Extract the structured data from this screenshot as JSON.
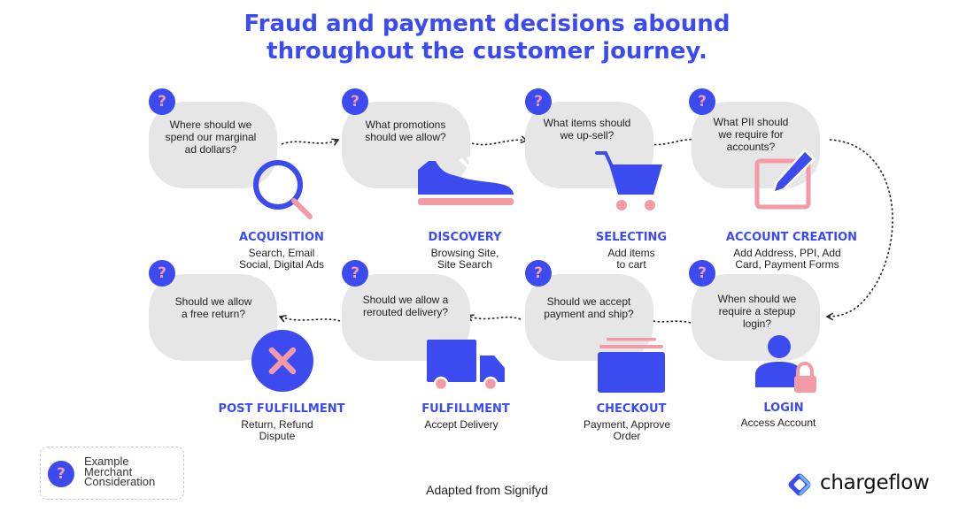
{
  "title": {
    "line1": "Fraud and payment decisions abound",
    "line2": "throughout the customer journey."
  },
  "question_mark": "?",
  "steps": [
    {
      "title": "ACQUISITION",
      "desc": [
        "Search, Email",
        "Social, Digital Ads"
      ],
      "question": [
        "Where should we",
        "spend our marginal",
        "ad dollars?"
      ],
      "icon": "magnifier-icon"
    },
    {
      "title": "DISCOVERY",
      "desc": [
        "Browsing Site,",
        "Site Search"
      ],
      "question": [
        "What promotions",
        "should we allow?"
      ],
      "icon": "sneaker-icon"
    },
    {
      "title": "SELECTING",
      "desc": [
        "Add items",
        "to cart"
      ],
      "question": [
        "What items should",
        "we up-sell?"
      ],
      "icon": "shopping-cart-icon"
    },
    {
      "title": "ACCOUNT CREATION",
      "desc": [
        "Add Address, PPI, Add",
        "Card, Payment Forms"
      ],
      "question": [
        "What PII should",
        "we require for",
        "accounts?"
      ],
      "icon": "pencil-edit-icon"
    },
    {
      "title": "LOGIN",
      "desc": [
        "Access Account"
      ],
      "question": [
        "When should we",
        "require a stepup",
        "login?"
      ],
      "icon": "user-lock-icon"
    },
    {
      "title": "CHECKOUT",
      "desc": [
        "Payment, Approve",
        "Order"
      ],
      "question": [
        "Should we accept",
        "payment and ship?"
      ],
      "icon": "credit-card-icon"
    },
    {
      "title": "FULFILLMENT",
      "desc": [
        "Accept Delivery"
      ],
      "question": [
        "Should we allow a",
        "rerouted delivery?"
      ],
      "icon": "delivery-truck-icon"
    },
    {
      "title": "POST FULFILLMENT",
      "desc": [
        "Return, Refund",
        "Dispute"
      ],
      "question": [
        "Should we allow",
        "a free return?"
      ],
      "icon": "x-circle-icon"
    }
  ],
  "legend": {
    "lines": [
      "Example",
      "Merchant",
      "Consideration"
    ]
  },
  "footer": "Adapted from Signifyd",
  "logo": {
    "text": "chargeflow",
    "icon": "chargeflow-logo-icon"
  },
  "colors": {
    "primary": "#3b4bf0",
    "accent": "#f29ba6",
    "bubble": "#e6e6e6"
  }
}
